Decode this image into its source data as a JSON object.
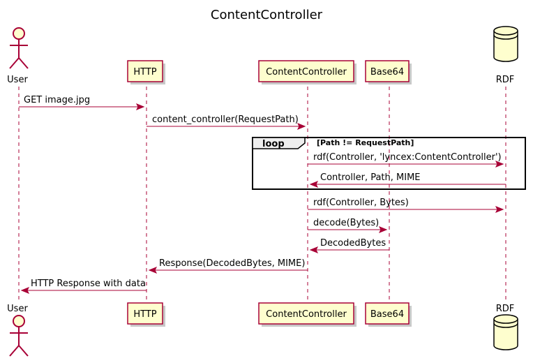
{
  "title": "ContentController",
  "participants": {
    "user": "User",
    "http": "HTTP",
    "cc": "ContentController",
    "base64": "Base64",
    "rdf": "RDF"
  },
  "messages": [
    "GET image.jpg",
    "content_controller(RequestPath)",
    "rdf(Controller, 'lyncex:ContentController')",
    "Controller, Path, MIME",
    "rdf(Controller, Bytes)",
    "decode(Bytes)",
    "DecodedBytes",
    "Response(DecodedBytes, MIME)",
    "HTTP Response with data"
  ],
  "loop": {
    "keyword": "loop",
    "guard": "[Path != RequestPath]"
  },
  "colors": {
    "line": "#a80036",
    "participant_fill": "#fefece"
  }
}
